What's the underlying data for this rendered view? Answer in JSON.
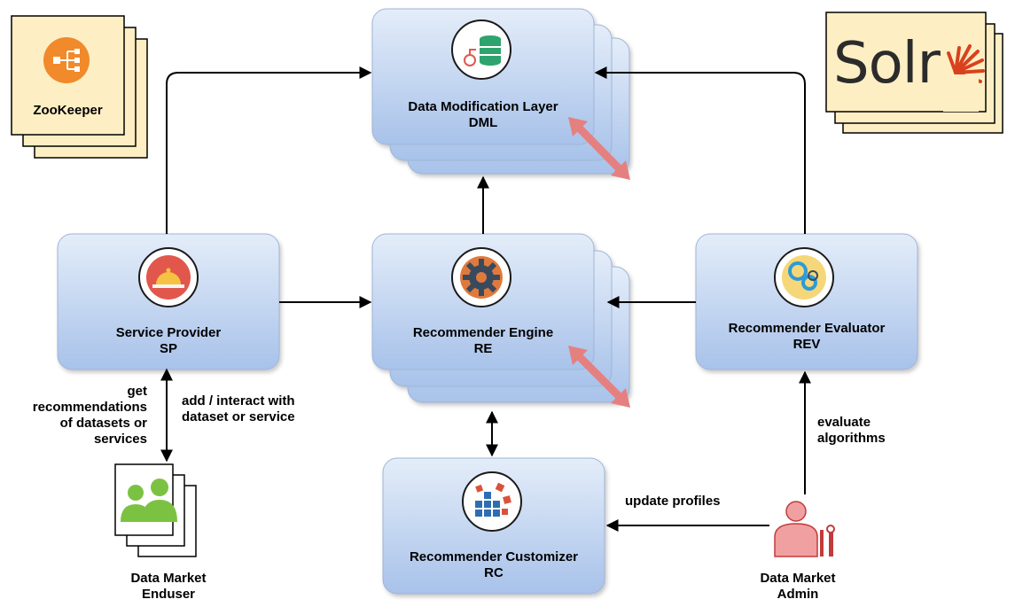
{
  "components": {
    "dml": {
      "name": "Data Modification Layer",
      "abbr": "DML",
      "icon": "database-icon"
    },
    "sp": {
      "name": "Service Provider",
      "abbr": "SP",
      "icon": "bell-icon"
    },
    "re": {
      "name": "Recommender Engine",
      "abbr": "RE",
      "icon": "gear-icon"
    },
    "rev": {
      "name": "Recommender Evaluator",
      "abbr": "REV",
      "icon": "gears-magnifier-icon"
    },
    "rc": {
      "name": "Recommender Customizer",
      "abbr": "RC",
      "icon": "blocks-icon"
    }
  },
  "services": {
    "zookeeper": {
      "name": "ZooKeeper",
      "icon": "zookeeper-icon",
      "color": "#f08a2a"
    },
    "solr": {
      "name": "Solr",
      "icon": "solr-sun-icon",
      "color": "#d9411e"
    }
  },
  "actors": {
    "enduser": {
      "line1": "Data Market",
      "line2": "Enduser",
      "icon": "users-icon",
      "color": "#7cc242"
    },
    "admin": {
      "line1": "Data Market",
      "line2": "Admin",
      "icon": "admin-tools-icon",
      "color": "#e05a5a"
    }
  },
  "edges": {
    "get_recs": [
      "get",
      "recommendations",
      "of datasets or",
      "services"
    ],
    "add_interact": [
      "add / interact with",
      "dataset or service"
    ],
    "evaluate": [
      "evaluate",
      "algorithms"
    ],
    "update_profiles": "update profiles"
  },
  "colors": {
    "box_top": "#dfeaf8",
    "box_bottom": "#a9c4ea",
    "box_border": "#a0b6d6",
    "note_fill": "#fdefc3",
    "arrow_pink": "#ea8585"
  }
}
